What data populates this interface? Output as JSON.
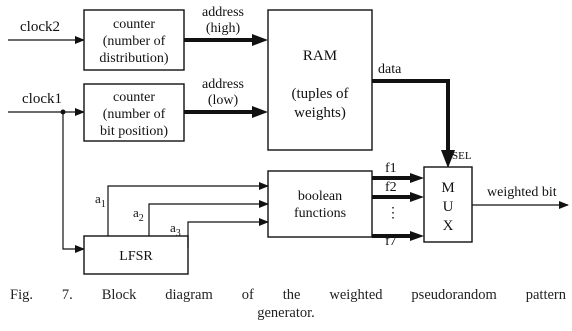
{
  "diagram": {
    "inputs": {
      "clock2": "clock2",
      "clock1": "clock1"
    },
    "counter_high": {
      "line1": "counter",
      "line2": "(number of",
      "line3": "distribution)"
    },
    "counter_low": {
      "line1": "counter",
      "line2": "(number of",
      "line3": "bit position)"
    },
    "ram": {
      "title": "RAM",
      "line1": "(tuples of",
      "line2": "weights)"
    },
    "address_high": {
      "line1": "address",
      "line2": "(high)"
    },
    "address_low": {
      "line1": "address",
      "line2": "(low)"
    },
    "data_label": "data",
    "sel_label": "SEL",
    "boolean": {
      "line1": "boolean",
      "line2": "functions"
    },
    "lfsr": "LFSR",
    "taps": {
      "a1_base": "a",
      "a1_sub": "1",
      "a2_base": "a",
      "a2_sub": "2",
      "a3_base": "a",
      "a3_sub": "3"
    },
    "functions": {
      "f1": "f1",
      "f2": "f2",
      "dots": "⋮",
      "f7": "f7"
    },
    "mux": {
      "l1": "M",
      "l2": "U",
      "l3": "X"
    },
    "output_label": "weighted bit"
  },
  "caption": {
    "line1": "Fig. 7. Block diagram of the weighted pseudorandom pattern",
    "line2": "generator."
  }
}
